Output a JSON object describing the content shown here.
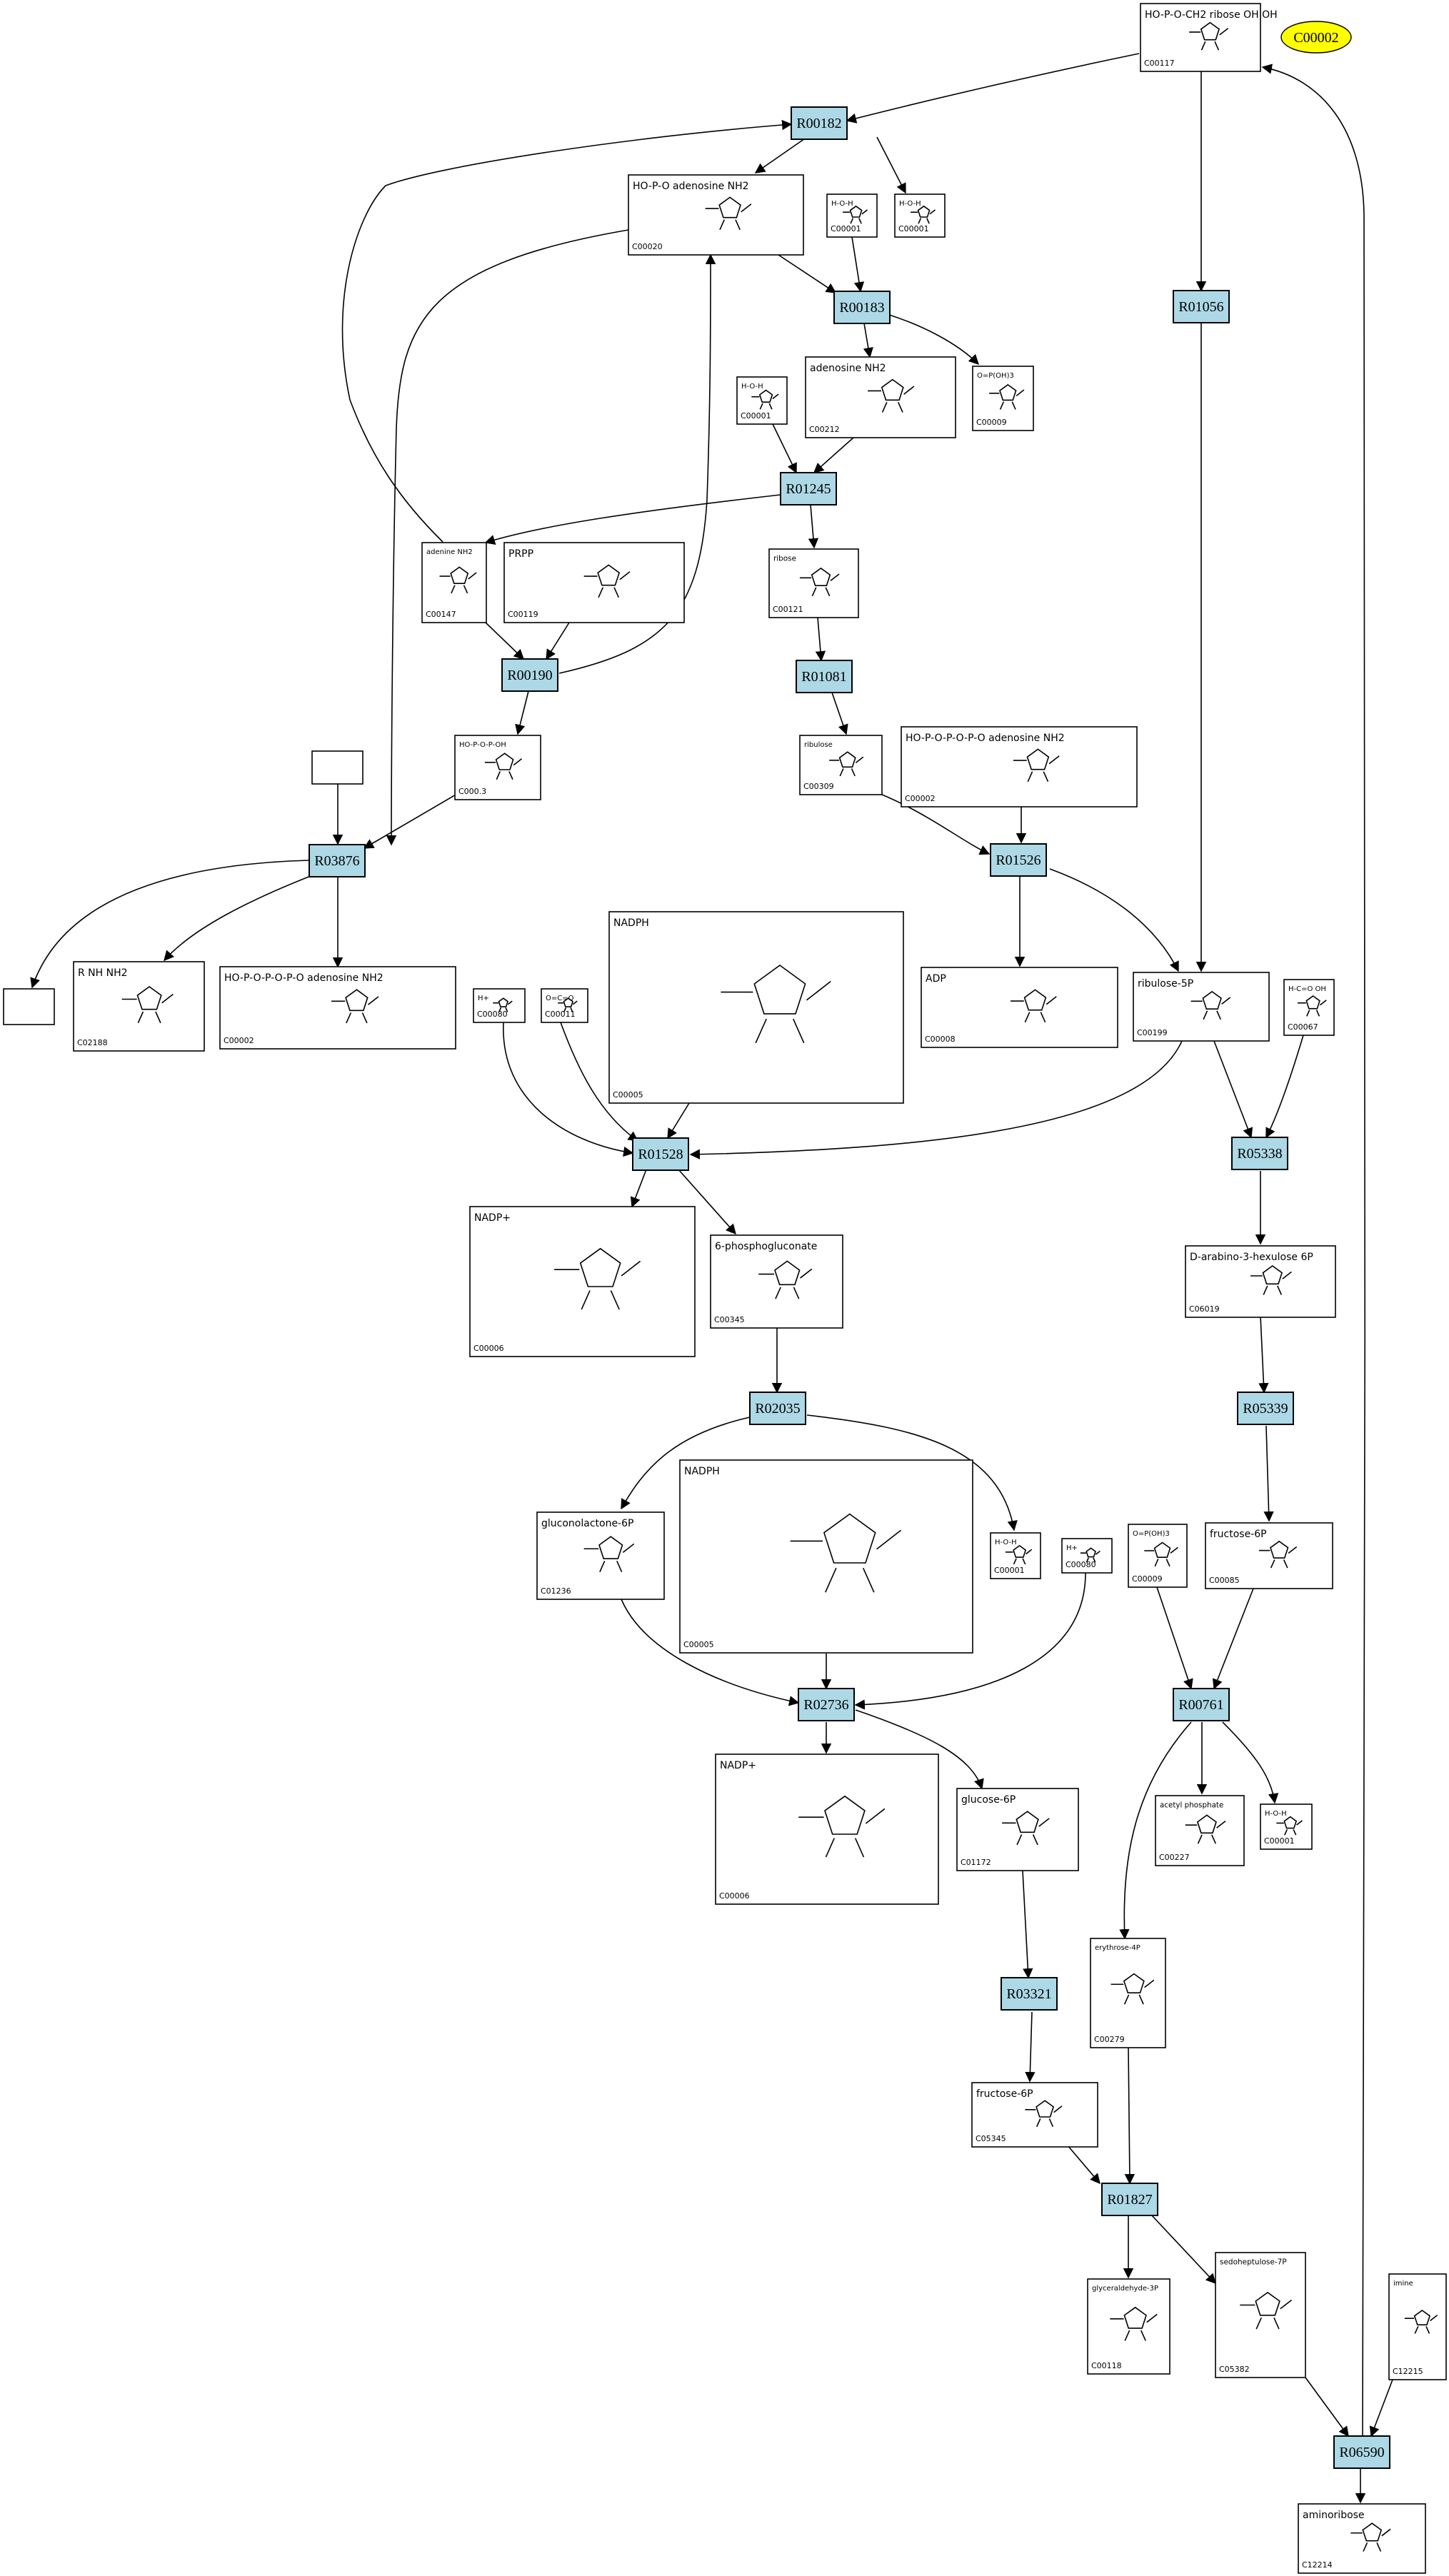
{
  "colors": {
    "reaction_fill": "#add8e6",
    "highlight_fill": "#ffff00",
    "stroke": "#000000",
    "background": "#ffffff"
  },
  "highlight": {
    "label": "C00002"
  },
  "reactions": [
    "R00182",
    "R00183",
    "R01245",
    "R00190",
    "R01081",
    "R03876",
    "R01526",
    "R01528",
    "R05338",
    "R02035",
    "R05339",
    "R02736",
    "R00761",
    "R03321",
    "R01827",
    "R06590",
    "R01056"
  ],
  "compounds": {
    "c00117": {
      "id": "C00117",
      "text": "HO-P-O-CH2 ribose OH OH"
    },
    "c00020": {
      "id": "C00020",
      "text": "HO-P-O adenosine NH2"
    },
    "c00001a": {
      "id": "C00001",
      "text": "H-O-H"
    },
    "c00001b": {
      "id": "C00001",
      "text": "H-O-H"
    },
    "c00001c": {
      "id": "C00001",
      "text": "H-O-H"
    },
    "c00001d": {
      "id": "C00001",
      "text": "H-O-H"
    },
    "c00001e": {
      "id": "C00001",
      "text": "H-O-H"
    },
    "c00212": {
      "id": "C00212",
      "text": "adenosine NH2"
    },
    "c00009a": {
      "id": "C00009",
      "text": "O=P(OH)3"
    },
    "c00009b": {
      "id": "C00009",
      "text": "O=P(OH)3"
    },
    "c00147": {
      "id": "C00147",
      "text": "adenine NH2"
    },
    "c00119": {
      "id": "C00119",
      "text": "PRPP"
    },
    "c00121": {
      "id": "C00121",
      "text": "ribose"
    },
    "c00013": {
      "id": "C000.3",
      "text": "HO-P-O-P-OH"
    },
    "c00309": {
      "id": "C00309",
      "text": "ribulose"
    },
    "c00002": {
      "id": "C00002",
      "text": "HO-P-O-P-O-P-O adenosine NH2"
    },
    "c00002b": {
      "id": "C00002",
      "text": "HO-P-O-P-O-P-O adenosine NH2"
    },
    "c02188": {
      "id": "C02188",
      "text": "R NH NH2"
    },
    "c00080a": {
      "id": "C00080",
      "text": "H+"
    },
    "c00080b": {
      "id": "C00080",
      "text": "H+"
    },
    "c00011": {
      "id": "C00011",
      "text": "O=C=O"
    },
    "c00005a": {
      "id": "C00005",
      "text": "NADPH"
    },
    "c00005b": {
      "id": "C00005",
      "text": "NADPH"
    },
    "c00008": {
      "id": "C00008",
      "text": "ADP"
    },
    "c00199": {
      "id": "C00199",
      "text": "ribulose-5P"
    },
    "c00067": {
      "id": "C00067",
      "text": "H-C=O OH"
    },
    "c00006a": {
      "id": "C00006",
      "text": "NADP+"
    },
    "c00006b": {
      "id": "C00006",
      "text": "NADP+"
    },
    "c00345": {
      "id": "C00345",
      "text": "6-phosphogluconate"
    },
    "c06019": {
      "id": "C06019",
      "text": "D-arabino-3-hexulose 6P"
    },
    "c01236": {
      "id": "C01236",
      "text": "gluconolactone-6P"
    },
    "c00085": {
      "id": "C00085",
      "text": "fructose-6P"
    },
    "c00227": {
      "id": "C00227",
      "text": "acetyl phosphate"
    },
    "c01172": {
      "id": "C01172",
      "text": "glucose-6P"
    },
    "c00279": {
      "id": "C00279",
      "text": "erythrose-4P"
    },
    "c05345": {
      "id": "C05345",
      "text": "fructose-6P"
    },
    "c00118": {
      "id": "C00118",
      "text": "glyceraldehyde-3P"
    },
    "c05382": {
      "id": "C05382",
      "text": "sedoheptulose-7P"
    },
    "c12215": {
      "id": "C12215",
      "text": "imine"
    },
    "c12214": {
      "id": "C12214",
      "text": "aminoribose"
    }
  }
}
